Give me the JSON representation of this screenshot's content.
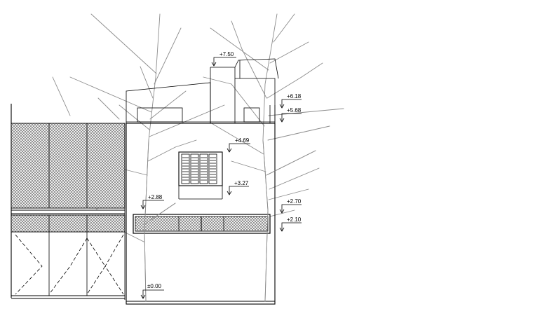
{
  "drawing": {
    "type": "architectural-elevation",
    "levels": [
      {
        "id": "roof-top",
        "label": "+7.50"
      },
      {
        "id": "parapet-high",
        "label": "+6.18"
      },
      {
        "id": "parapet-low",
        "label": "+5.68"
      },
      {
        "id": "window-top",
        "label": "+4.69"
      },
      {
        "id": "window-sill",
        "label": "+3.27"
      },
      {
        "id": "wall-left",
        "label": "+2.88"
      },
      {
        "id": "opening-top",
        "label": "+2.70"
      },
      {
        "id": "opening-bottom",
        "label": "+2.10"
      },
      {
        "id": "ground",
        "label": "±0.00"
      }
    ],
    "colors": {
      "line": "#000000",
      "tree": "#8c8c8c",
      "hatch": "#6e6e6e"
    }
  }
}
